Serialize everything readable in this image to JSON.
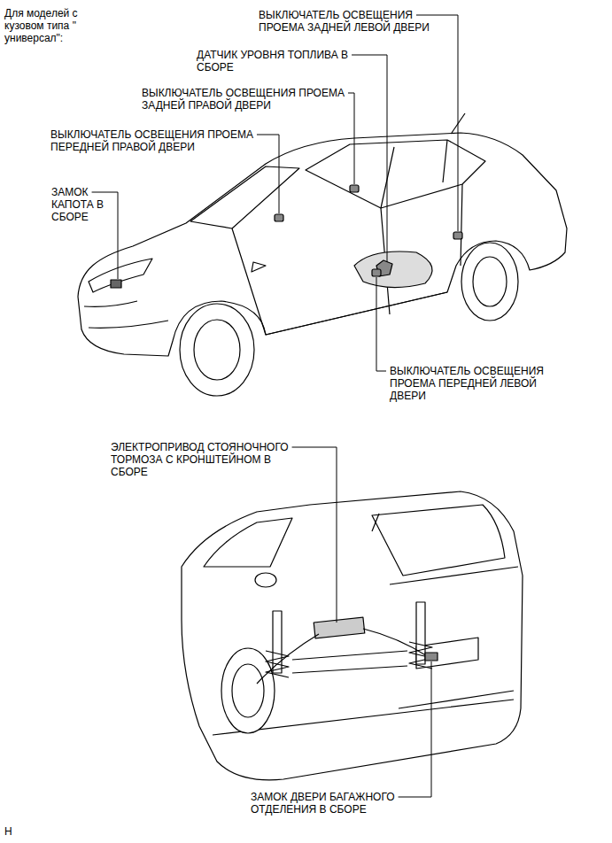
{
  "diagram": {
    "title": "Для моделей с кузовом типа \" универсал\":",
    "labels": [
      "ВЫКЛЮЧАТЕЛЬ ОСВЕЩЕНИЯ ПРОЕМА ЗАДНЕЙ ЛЕВОЙ ДВЕРИ",
      "ДАТЧИК УРОВНЯ ТОПЛИВА В СБОРЕ",
      "ВЫКЛЮЧАТЕЛЬ ОСВЕЩЕНИЯ ПРОЕМА ЗАДНЕЙ ПРАВОЙ ДВЕРИ",
      "ВЫКЛЮЧАТЕЛЬ ОСВЕЩЕНИЯ ПРОЕМА ПЕРЕДНЕЙ ПРАВОЙ ДВЕРИ",
      "ЗАМОК КАПОТА В СБОРЕ",
      "ВЫКЛЮЧАТЕЛЬ ОСВЕЩЕНИЯ ПРОЕМА ПЕРЕДНЕЙ ЛЕВОЙ ДВЕРИ",
      "ЭЛЕКТРОПРИВОД СТОЯНОЧНОГО ТОРМОЗА С КРОНШТЕЙНОМ В СБОРЕ",
      "ЗАМОК ДВЕРИ БАГАЖНОГО ОТДЕЛЕНИЯ В СБОРЕ",
      "H"
    ]
  }
}
